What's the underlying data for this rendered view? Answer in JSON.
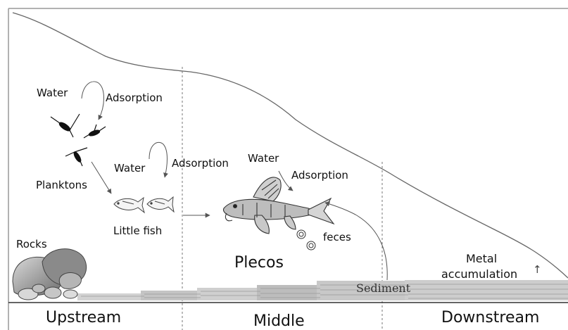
{
  "labels": {
    "water_1": "Water",
    "adsorption_1": "Adsorption",
    "planktons": "Planktons",
    "water_2": "Water",
    "adsorption_2": "Adsorption",
    "little_fish": "Little fish",
    "water_3": "Water",
    "adsorption_3": "Adsorption",
    "feces": "feces",
    "plecos": "Plecos",
    "metal_accumulation_line1": "Metal",
    "metal_accumulation_line2": "accumulation",
    "metal_arrow": "↑",
    "sediment": "Sediment",
    "rocks": "Rocks"
  },
  "zones": {
    "upstream": "Upstream",
    "middle": "Middle",
    "downstream": "Downstream"
  },
  "colors": {
    "line": "#555555",
    "rock_dark": "#7d7d7d",
    "rock_light": "#c9c9c9",
    "sediment": "#bdbdbd"
  }
}
